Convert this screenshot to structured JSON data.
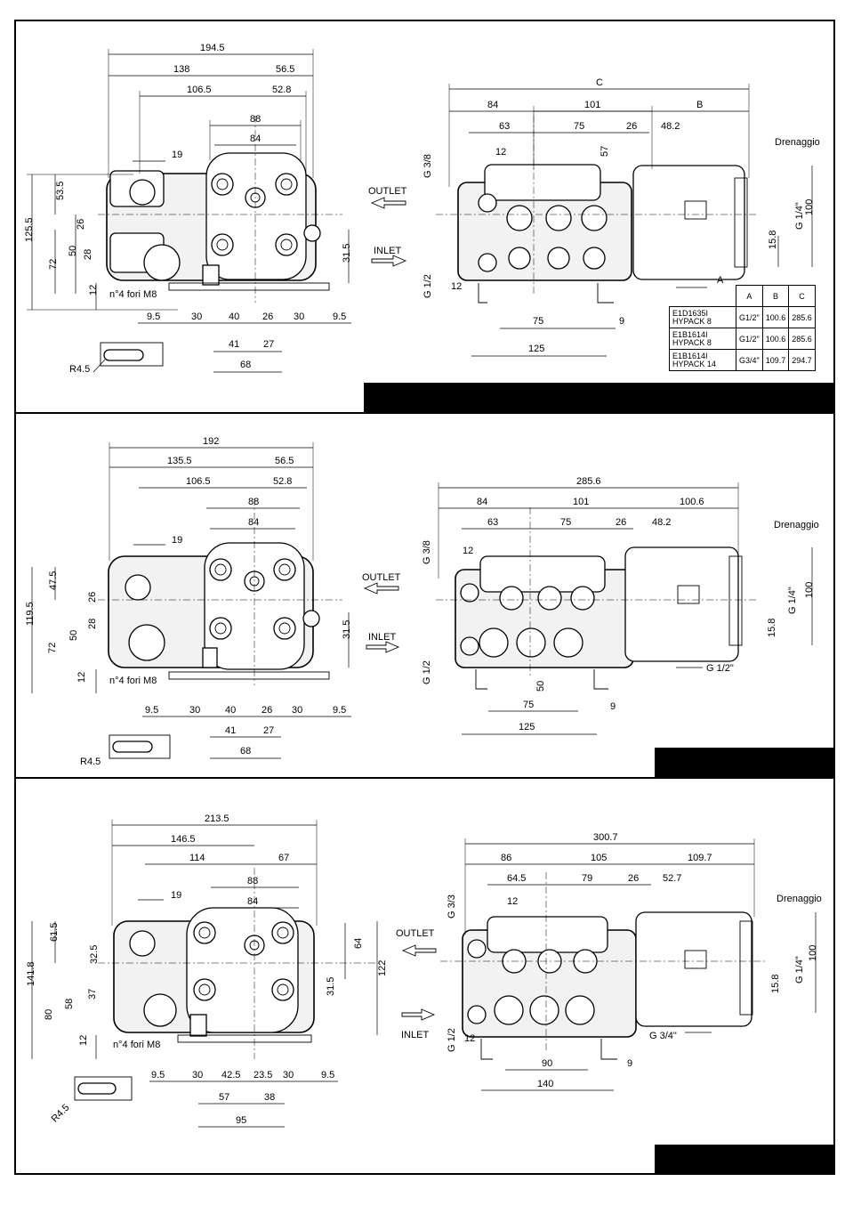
{
  "panel1": {
    "side": {
      "dims": [
        "194.5",
        "138",
        "56.5",
        "106.5",
        "52.8",
        "88",
        "84",
        "19",
        "53.5",
        "26",
        "28",
        "125.5",
        "50",
        "72",
        "12",
        "31.5",
        "9.5",
        "30",
        "40",
        "26",
        "30",
        "9.5",
        "41",
        "27",
        "68"
      ],
      "holes_note": "n°4 fori M8",
      "slot_radius": "R4.5"
    },
    "front": {
      "dims": [
        "C",
        "84",
        "101",
        "B",
        "63",
        "75",
        "26",
        "48.2",
        "12",
        "57",
        "G 3/8",
        "G 1/2",
        "12",
        "75",
        "125",
        "9",
        "A",
        "15.8",
        "G 1/4\"",
        "100"
      ],
      "outlet": "OUTLET",
      "inlet": "INLET",
      "drain": "Drenaggio"
    },
    "table": {
      "headers": [
        "A",
        "B",
        "C"
      ],
      "rows": [
        {
          "model": "E1D1635I",
          "pack": "HYPACK 8",
          "a": "G1/2\"",
          "b": "100.6",
          "c": "285.6"
        },
        {
          "model": "E1B1614I",
          "pack": "HYPACK 8",
          "a": "G1/2\"",
          "b": "100.6",
          "c": "285.6"
        },
        {
          "model": "E1B1614I",
          "pack": "HYPACK 14",
          "a": "G3/4\"",
          "b": "109.7",
          "c": "294.7"
        }
      ]
    }
  },
  "panel2": {
    "side": {
      "dims": [
        "192",
        "135.5",
        "56.5",
        "106.5",
        "52.8",
        "88",
        "84",
        "19",
        "47.5",
        "26",
        "28",
        "119.5",
        "50",
        "72",
        "12",
        "31.5",
        "9.5",
        "30",
        "40",
        "26",
        "30",
        "9.5",
        "41",
        "27",
        "68"
      ],
      "holes_note": "n°4 fori M8",
      "slot_radius": "R4.5"
    },
    "front": {
      "dims": [
        "285.6",
        "84",
        "101",
        "100.6",
        "63",
        "75",
        "26",
        "48.2",
        "12",
        "G 3/8",
        "G 1/2",
        "50",
        "75",
        "125",
        "9",
        "15.8",
        "G 1/4\"",
        "100",
        "G 1/2\""
      ],
      "outlet": "OUTLET",
      "inlet": "INLET",
      "drain": "Drenaggio"
    }
  },
  "panel3": {
    "side": {
      "dims": [
        "213.5",
        "146.5",
        "114",
        "67",
        "88",
        "84",
        "19",
        "61.5",
        "32.5",
        "141.8",
        "37",
        "58",
        "80",
        "12",
        "64",
        "122",
        "31.5",
        "9.5",
        "30",
        "42.5",
        "23.5",
        "30",
        "9.5",
        "57",
        "38",
        "95"
      ],
      "holes_note": "n°4 fori M8",
      "slot_radius": "R4.5"
    },
    "front": {
      "dims": [
        "300.7",
        "86",
        "105",
        "109.7",
        "64.5",
        "79",
        "26",
        "52.7",
        "12",
        "G 3/3",
        "G 1/2",
        "12",
        "90",
        "140",
        "9",
        "15.8",
        "G 1/4\"",
        "100",
        "G 3/4\""
      ],
      "outlet": "OUTLET",
      "inlet": "INLET",
      "drain": "Drenaggio"
    }
  }
}
